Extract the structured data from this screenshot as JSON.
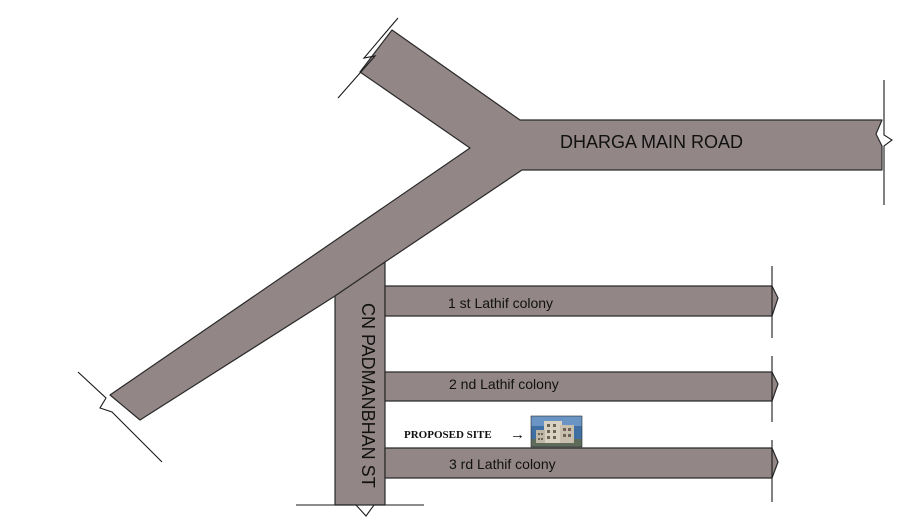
{
  "roads": {
    "main_road": "DHARGA  MAIN ROAD",
    "side_street": "CN PADMANBHAN ST",
    "colony_1": "1 st  Lathif colony",
    "colony_2": "2 nd  Lathif colony",
    "colony_3": "3 rd Lathif colony"
  },
  "proposed_site": {
    "label": "PROPOSED SITE",
    "arrow": "→",
    "icon": "building-icon"
  },
  "colors": {
    "road_fill": "#928686",
    "road_edge": "#2a2a2a",
    "background": "#ffffff"
  }
}
